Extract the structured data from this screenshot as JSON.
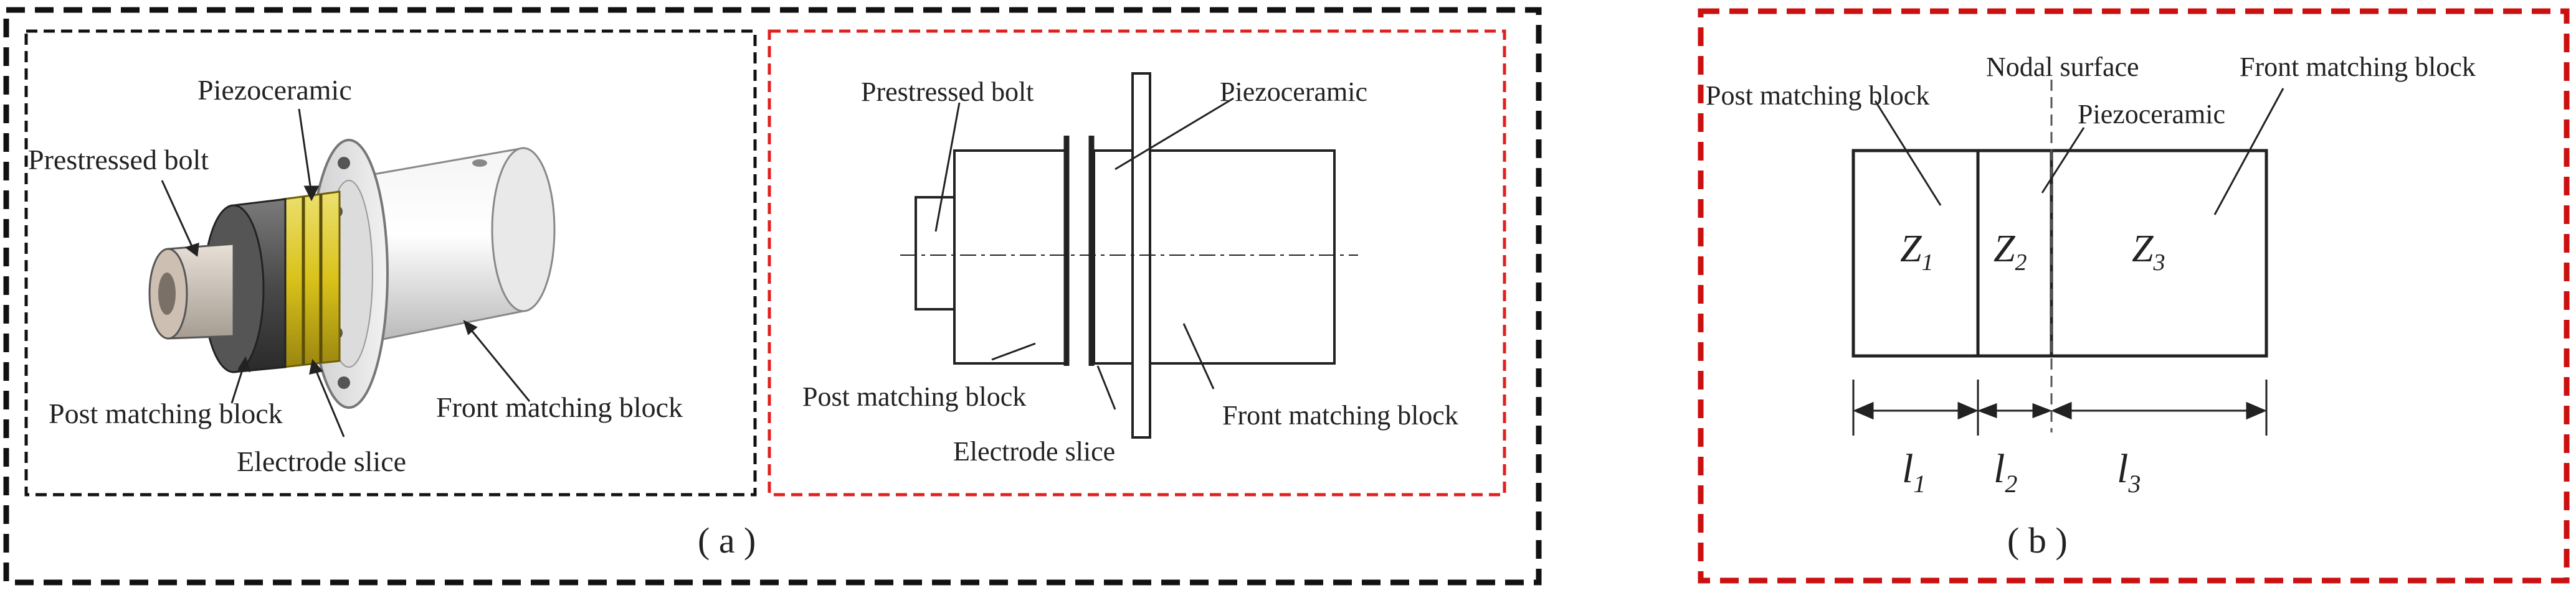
{
  "panel_a": {
    "caption": "( a )",
    "render_view": {
      "labels": {
        "piezoceramic": "Piezoceramic",
        "prestressed_bolt": "Prestressed bolt",
        "post_matching_block": "Post matching block",
        "front_matching_block": "Front matching block",
        "electrode_slice": "Electrode slice"
      }
    },
    "schematic_view": {
      "labels": {
        "prestressed_bolt": "Prestressed bolt",
        "piezoceramic": "Piezoceramic",
        "post_matching_block": "Post matching block",
        "front_matching_block": "Front matching block",
        "electrode_slice": "Electrode slice"
      }
    }
  },
  "panel_b": {
    "caption": "( b )",
    "labels": {
      "nodal_surface": "Nodal surface",
      "post_matching_block": "Post matching block",
      "front_matching_block": "Front matching block",
      "piezoceramic": "Piezoceramic"
    },
    "impedances": [
      {
        "symbol": "Z",
        "sub": "1"
      },
      {
        "symbol": "Z",
        "sub": "2"
      },
      {
        "symbol": "Z",
        "sub": "3"
      }
    ],
    "lengths": [
      {
        "symbol": "l",
        "sub": "1"
      },
      {
        "symbol": "l",
        "sub": "2"
      },
      {
        "symbol": "l",
        "sub": "3"
      }
    ]
  },
  "colors": {
    "outer_border_a": "#111111",
    "inner_border_render": "#111111",
    "inner_border_schematic": "#e0201e",
    "border_b": "#cc1010",
    "piezo_yellow": "#d9c21a",
    "line": "#222222"
  }
}
